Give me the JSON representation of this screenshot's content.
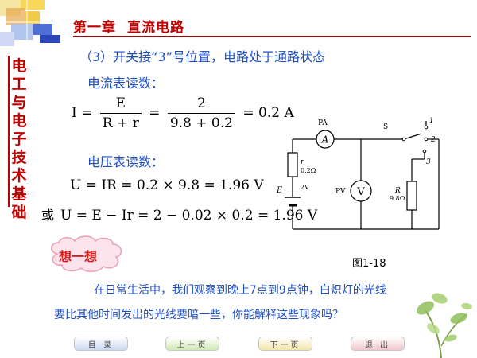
{
  "header": {
    "chapter": "第一章",
    "title": "直流电路"
  },
  "sidebar": {
    "title_chars": [
      "电",
      "工",
      "与",
      "电",
      "子",
      "技",
      "术",
      "基",
      "础"
    ]
  },
  "content": {
    "case_line": "（3）开关接“3”号位置，电路处于通路状态",
    "ammeter_label": "电流表读数：",
    "voltmeter_label": "电压表读数：",
    "or_label": "或",
    "eq_current": {
      "lhs": "I =",
      "frac1_num": "E",
      "frac1_den": "R + r",
      "eq": "=",
      "frac2_num": "2",
      "frac2_den": "9.8 + 0.2",
      "result": "= 0.2 A"
    },
    "eq_voltage1": "U = IR = 0.2 × 9.8 = 1.96 V",
    "eq_voltage2": "U = E − Ir = 2 − 0.02 × 0.2 = 1.96 V",
    "think_label": "想一想",
    "figure_label": "图1-18",
    "question_line1": "在日常生活中，我们观察到晚上7点到9点钟，白炽灯的光线",
    "question_line2": "要比其他时间发出的光线要暗一些，你能解释这些现象吗？"
  },
  "circuit": {
    "ammeter_tag": "PA",
    "ammeter_symbol": "A",
    "voltmeter_tag": "PV",
    "voltmeter_symbol": "V",
    "switch_label": "S",
    "pos1": "1",
    "pos2": "2",
    "pos3": "3",
    "r_label": "r",
    "r_value": "0.2Ω",
    "R_label": "R",
    "R_value": "9.8Ω",
    "E_label": "E",
    "E_value": "2V"
  },
  "nav": {
    "menu": "目 录",
    "prev": "上一页",
    "next": "下一页",
    "exit": "退 出"
  },
  "colors": {
    "title": "#c00000",
    "body_text": "#1f4fbf",
    "think_text": "#d01e1e"
  }
}
